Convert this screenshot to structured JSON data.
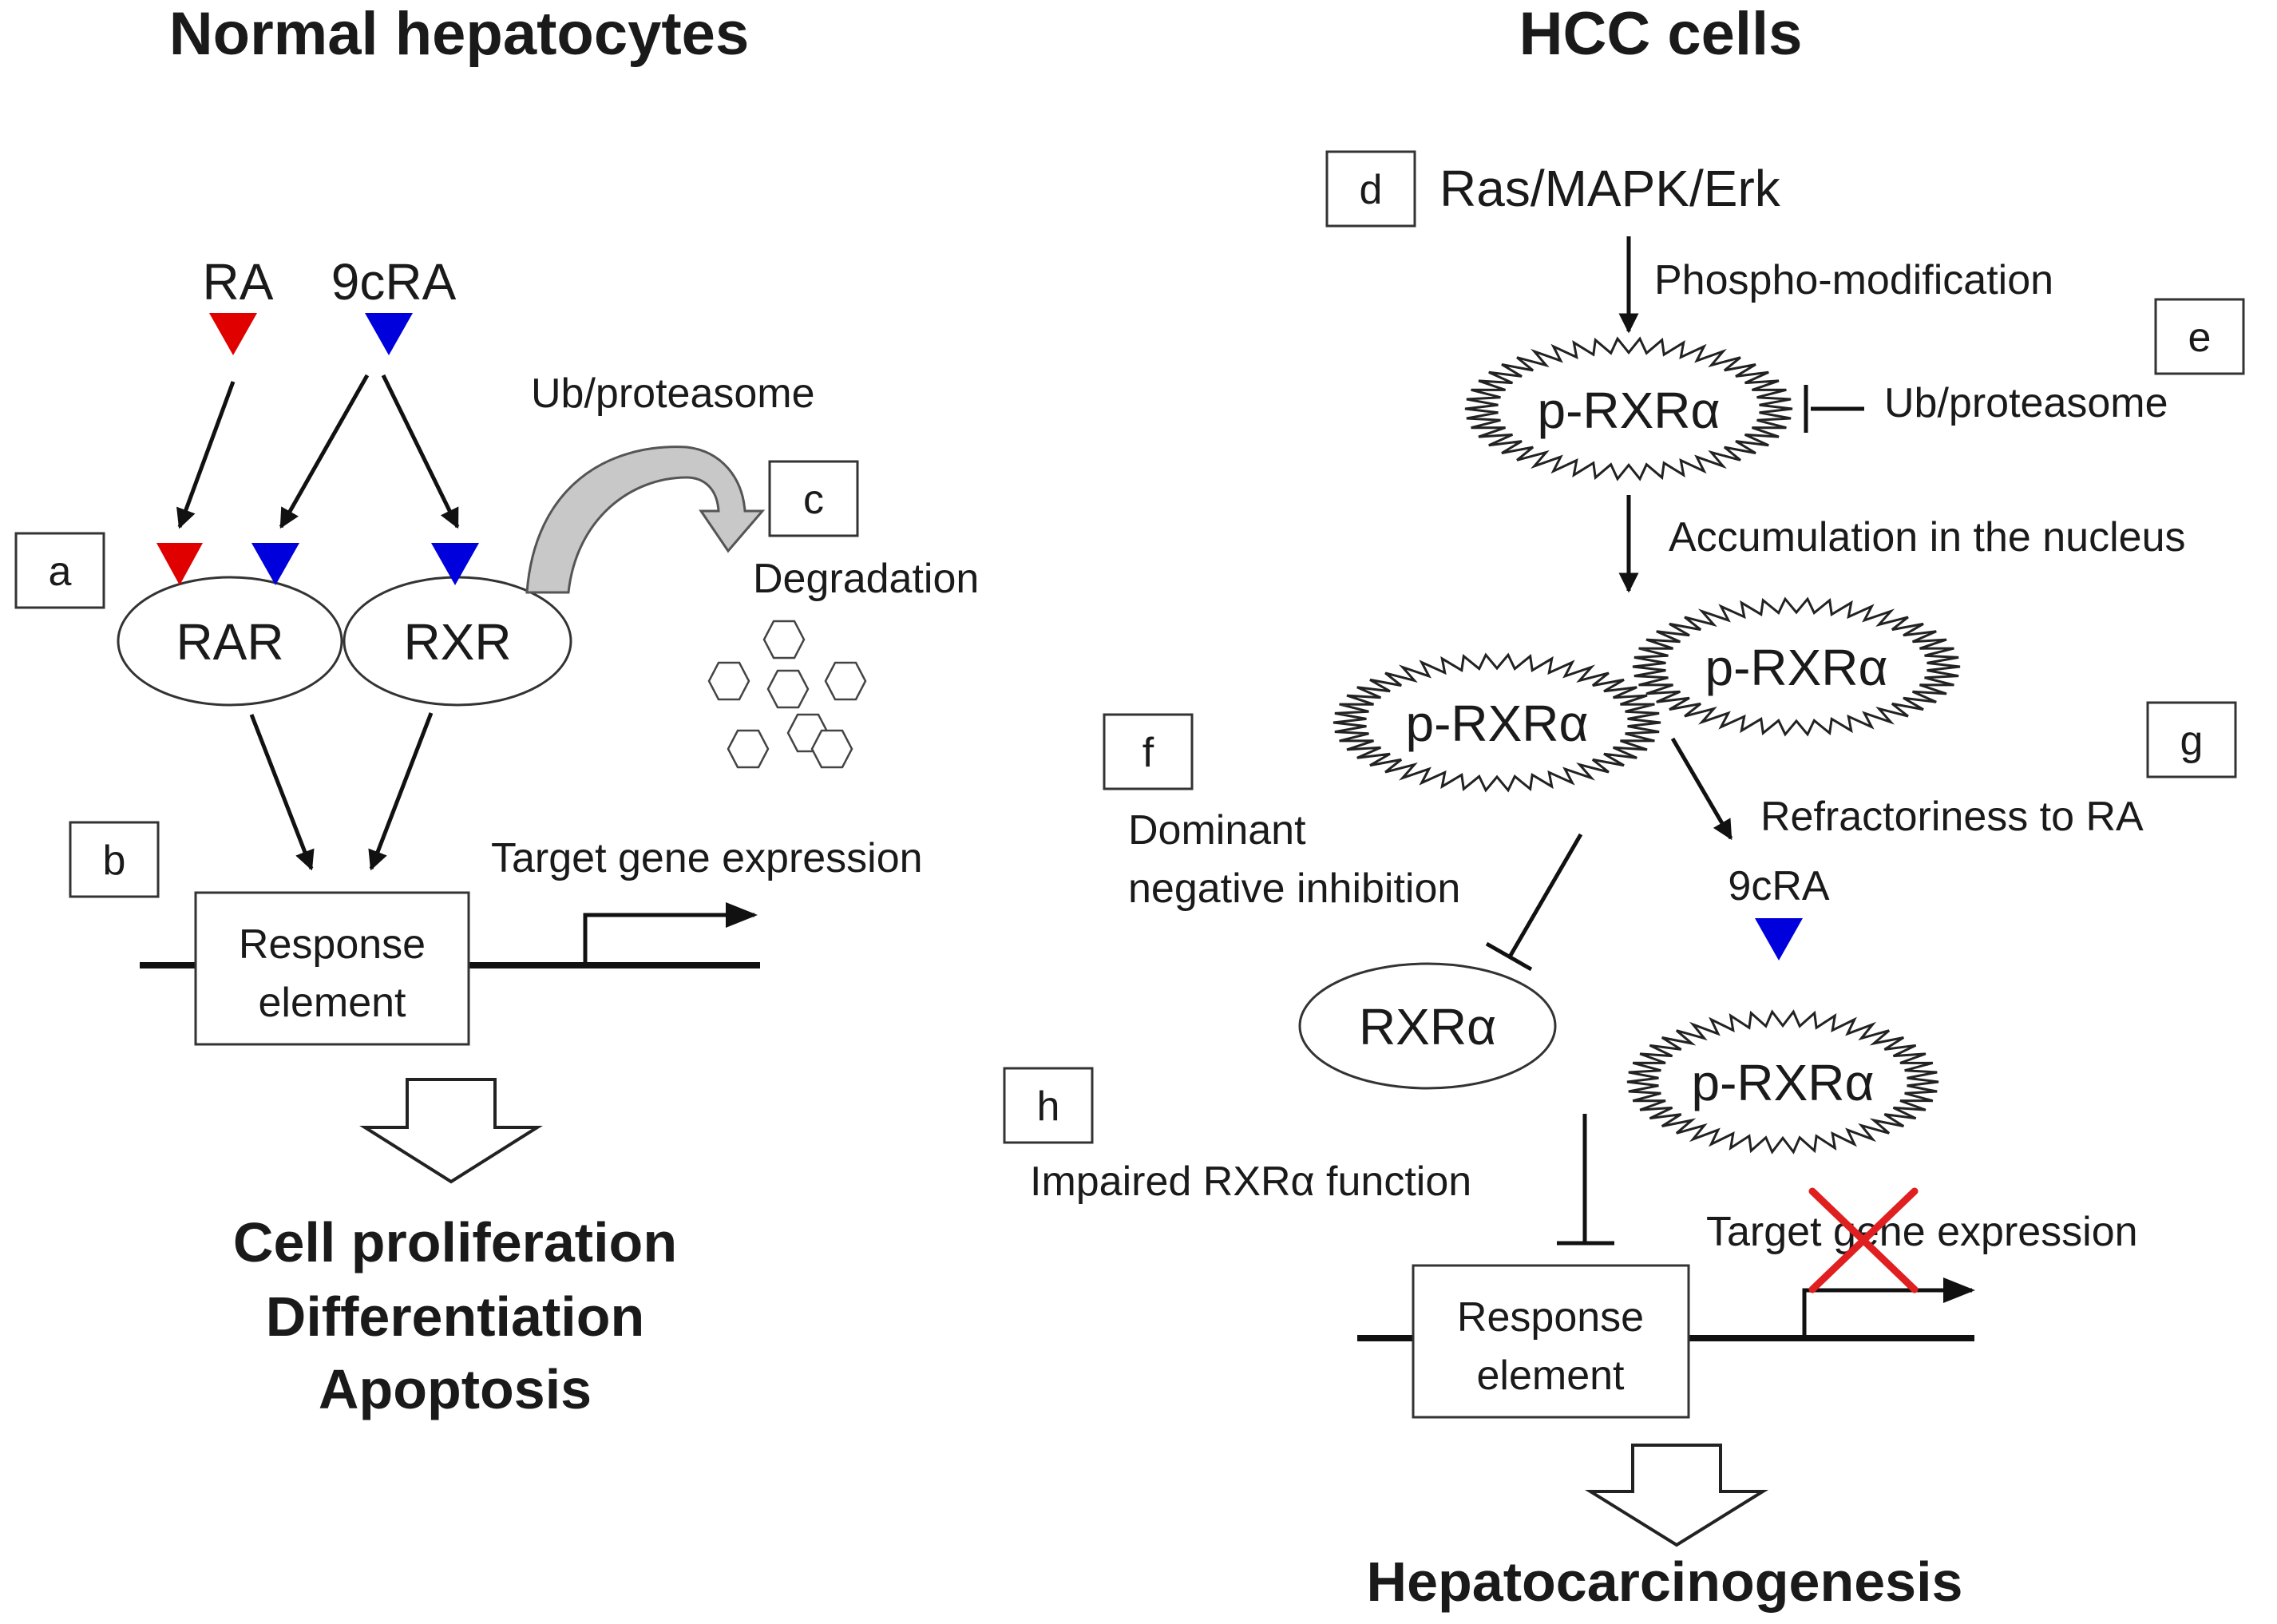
{
  "colors": {
    "ra_red": "#e00000",
    "ligand_blue": "#0000dd",
    "cross_red": "#e02020",
    "arrow_gray": "#c8c8c8"
  },
  "left": {
    "title": "Normal hepatocytes",
    "ra": "RA",
    "cra": "9cRA",
    "rar": "RAR",
    "rxr": "RXR",
    "ub": "Ub/proteasome",
    "degradation": "Degradation",
    "target": "Target gene expression",
    "response1": "Response",
    "response2": "element",
    "outcomes": [
      "Cell proliferation",
      "Differentiation",
      "Apoptosis"
    ]
  },
  "right": {
    "title": "HCC cells",
    "ras": "Ras/MAPK/Erk",
    "phospho": "Phospho-modification",
    "prxr": "p-RXRα",
    "ub": "Ub/proteasome",
    "accum": "Accumulation in the nucleus",
    "dominant1": "Dominant",
    "dominant2": "negative inhibition",
    "refract": "Refractoriness to RA",
    "cra": "9cRA",
    "rxra": "RXRα",
    "impaired": "Impaired RXRα function",
    "target": "Target gene expression",
    "response1": "Response",
    "response2": "element",
    "outcome": "Hepatocarcinogenesis"
  },
  "letters": {
    "a": "a",
    "b": "b",
    "c": "c",
    "d": "d",
    "e": "e",
    "f": "f",
    "g": "g",
    "h": "h"
  }
}
